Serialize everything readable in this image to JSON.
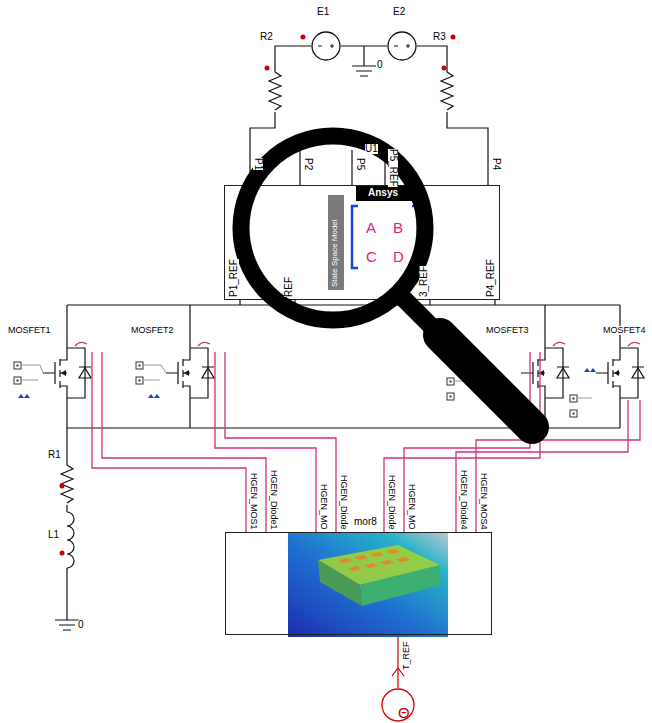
{
  "diagram": {
    "nodes": [
      {
        "text": [
          "E1"
        ]
      },
      {
        "text": [
          "E2"
        ]
      },
      {
        "text": [
          "U1"
        ]
      },
      {
        "text": [
          "mor8"
        ]
      },
      {
        "text": [
          "Θ"
        ]
      }
    ],
    "edges": [
      {
        "from": 0,
        "to": 1,
        "arrow": "none"
      },
      {
        "from": 0,
        "to": 2,
        "arrow": "none"
      },
      {
        "from": 1,
        "to": 2,
        "arrow": "none"
      },
      {
        "from": 3,
        "to": 4,
        "arrow": "none"
      }
    ],
    "labels": [
      "R2",
      "R3",
      "0",
      "P1",
      "P2",
      "P5",
      "P5_REF",
      "P4",
      "Ansys",
      "State Space Model",
      "A",
      "B",
      "C",
      "D",
      "P1_REF",
      "REF",
      "3_REF",
      "P4_REF",
      "MOSFET1",
      "MOSFET2",
      "MOSFET3",
      "MOSFET4",
      "R1",
      "L1",
      "0",
      "HGEN_MOS1",
      "HGEN_Diode1",
      "HGEN_MO",
      "HGEN_Diode",
      "HGEN_Diode",
      "HGEN_MO",
      "HGEN_Diode4",
      "HGEN_MOS4",
      "T_REF"
    ]
  }
}
